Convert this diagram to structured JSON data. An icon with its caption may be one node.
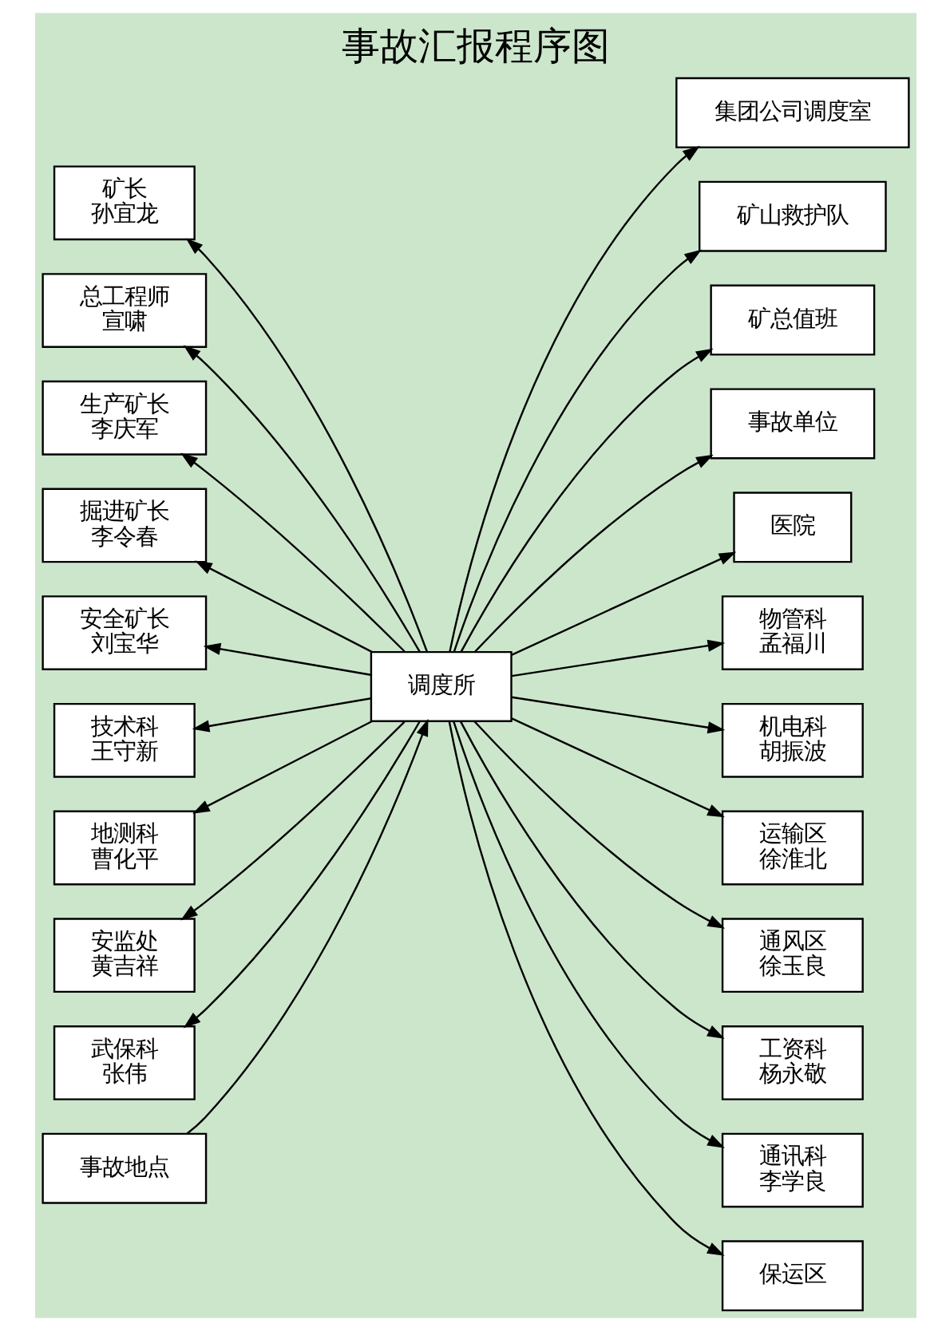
{
  "diagram": {
    "title": "事故汇报程序图",
    "nodes": [
      {
        "text": [
          "集团公司调度室"
        ]
      },
      {
        "text": [
          "矿山救护队"
        ]
      },
      {
        "text": [
          "矿总值班"
        ]
      },
      {
        "text": [
          "事故单位"
        ]
      },
      {
        "text": [
          "医院"
        ]
      },
      {
        "text": [
          "矿长",
          "孙宜龙"
        ]
      },
      {
        "text": [
          "总工程师",
          "宣啸"
        ]
      },
      {
        "text": [
          "生产矿长",
          "李庆军"
        ]
      },
      {
        "text": [
          "掘进矿长",
          "李令春"
        ]
      },
      {
        "text": [
          "安全矿长",
          "刘宝华"
        ]
      },
      {
        "text": [
          "技术科",
          "王守新"
        ]
      },
      {
        "text": [
          "地测科",
          "曹化平"
        ]
      },
      {
        "text": [
          "安监处",
          "黄吉祥"
        ]
      },
      {
        "text": [
          "武保科",
          "张伟"
        ]
      },
      {
        "text": [
          "调度所"
        ]
      },
      {
        "text": [
          "物管科",
          "孟福川"
        ]
      },
      {
        "text": [
          "机电科",
          "胡振波"
        ]
      },
      {
        "text": [
          "运输区",
          "徐淮北"
        ]
      },
      {
        "text": [
          "通风区",
          "徐玉良"
        ]
      },
      {
        "text": [
          "工资科",
          "杨永敬"
        ]
      },
      {
        "text": [
          "通讯科",
          "李学良"
        ]
      },
      {
        "text": [
          "事故地点"
        ]
      },
      {
        "text": [
          "保运区"
        ]
      }
    ],
    "edges": [
      {
        "from": 21,
        "to": 14,
        "arrow": "to"
      },
      {
        "from": 14,
        "to": 0,
        "arrow": "to"
      },
      {
        "from": 14,
        "to": 1,
        "arrow": "to"
      },
      {
        "from": 14,
        "to": 2,
        "arrow": "to"
      },
      {
        "from": 14,
        "to": 3,
        "arrow": "to"
      },
      {
        "from": 14,
        "to": 4,
        "arrow": "to"
      },
      {
        "from": 14,
        "to": 5,
        "arrow": "to"
      },
      {
        "from": 14,
        "to": 6,
        "arrow": "to"
      },
      {
        "from": 14,
        "to": 7,
        "arrow": "to"
      },
      {
        "from": 14,
        "to": 8,
        "arrow": "to"
      },
      {
        "from": 14,
        "to": 9,
        "arrow": "to"
      },
      {
        "from": 14,
        "to": 10,
        "arrow": "to"
      },
      {
        "from": 14,
        "to": 11,
        "arrow": "to"
      },
      {
        "from": 14,
        "to": 12,
        "arrow": "to"
      },
      {
        "from": 14,
        "to": 13,
        "arrow": "to"
      },
      {
        "from": 14,
        "to": 15,
        "arrow": "to"
      },
      {
        "from": 14,
        "to": 16,
        "arrow": "to"
      },
      {
        "from": 14,
        "to": 17,
        "arrow": "to"
      },
      {
        "from": 14,
        "to": 18,
        "arrow": "to"
      },
      {
        "from": 14,
        "to": 19,
        "arrow": "to"
      },
      {
        "from": 14,
        "to": 20,
        "arrow": "to"
      },
      {
        "from": 14,
        "to": 22,
        "arrow": "to"
      }
    ]
  }
}
